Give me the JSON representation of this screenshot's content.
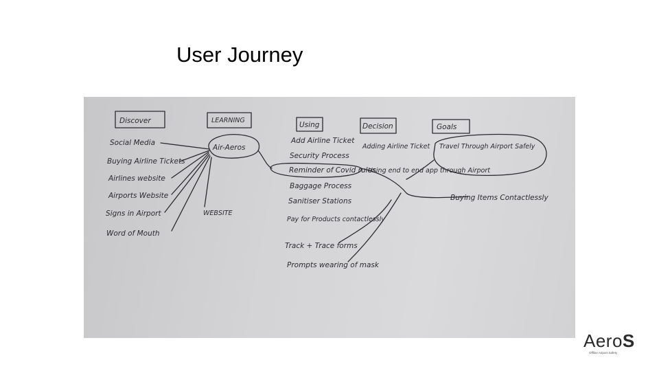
{
  "slide": {
    "title": "User Journey"
  },
  "sketch": {
    "stages": {
      "discover": "Discover",
      "learning": "LEARNING",
      "using": "Using",
      "decision": "Decision",
      "goals": "Goals"
    },
    "discover_items": [
      "Social Media",
      "Buying Airline Tickets",
      "Airlines website",
      "Airports Website",
      "Signs in Airport",
      "Word of Mouth"
    ],
    "learning_items": {
      "hub": "Air-Aeros",
      "website": "WEBSITE"
    },
    "using_items": [
      "Add Airline Ticket",
      "Security Process",
      "Reminder of Covid rules",
      "Baggage Process",
      "Sanitiser Stations",
      "Pay for Products contactlessly",
      "Track + Trace forms",
      "Prompts wearing of mask"
    ],
    "decision_items": [
      "Adding Airline Ticket",
      "Using end to end app through Airport"
    ],
    "goals_items": [
      "Travel Through Airport Safely",
      "Buying Items Contactlessly"
    ]
  },
  "logo": {
    "word_main": "Aero",
    "word_accent": "S",
    "tagline": "Offline Airport Safety"
  }
}
